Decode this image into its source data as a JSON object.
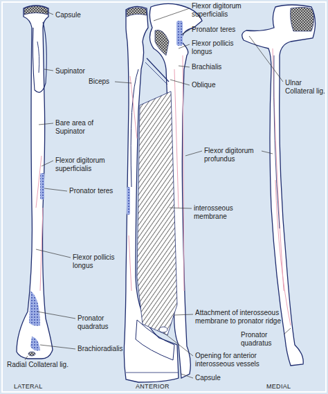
{
  "diagram": {
    "labels": [
      "Capsule",
      "Flexor digitorum superficialis",
      "Pronator teres",
      "Flexor pollicis longus",
      "Ulnar Collateral lig.",
      "Brachialis",
      "Supinator",
      "Biceps",
      "Oblique",
      "Bare area of Supinator",
      "Flexor digitorum profundus",
      "Flexor digitorum superficialis",
      "Pronator teres",
      "interosseous membrane",
      "Flexor pollicis longus",
      "Pronator quadratus",
      "Attachment of interosseous membrane to pronator ridge",
      "Brachioradialis",
      "Opening for anterior interosseous vessels",
      "Pronator quadratus",
      "Radial Collateral lig.",
      "Capsule",
      "LATERAL",
      "ANTERIOR",
      "MEDIAL"
    ]
  }
}
